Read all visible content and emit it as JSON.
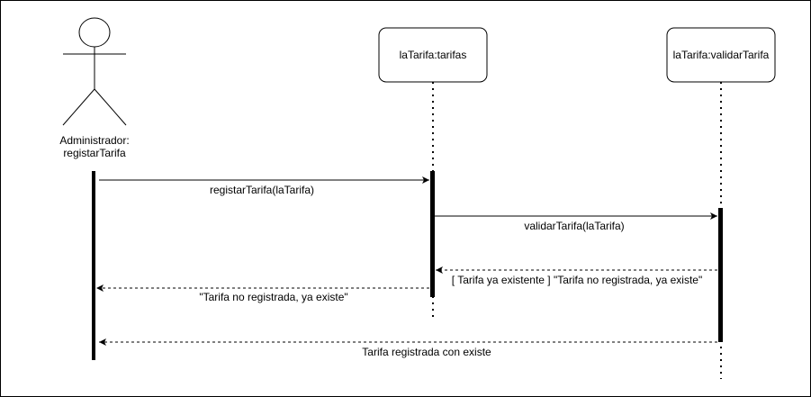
{
  "diagram": {
    "actor": {
      "label_line1": "Administrador:",
      "label_line2": "registarTarifa"
    },
    "objects": {
      "tarifas": {
        "label": "laTarifa:tarifas"
      },
      "validar": {
        "label": "laTarifa:validarTarifa"
      }
    },
    "messages": {
      "m1": {
        "label": "registarTarifa(laTarifa)"
      },
      "m2": {
        "label": "validarTarifa(laTarifa)"
      },
      "m3": {
        "label": "[ Tarifa ya existente ]  \"Tarifa no registrada, ya existe\""
      },
      "m4": {
        "label": "\"Tarifa no registrada, ya existe\""
      },
      "m5": {
        "label": "Tarifa registrada con existe"
      }
    },
    "colors": {
      "line": "#000000",
      "background": "#ffffff"
    }
  }
}
